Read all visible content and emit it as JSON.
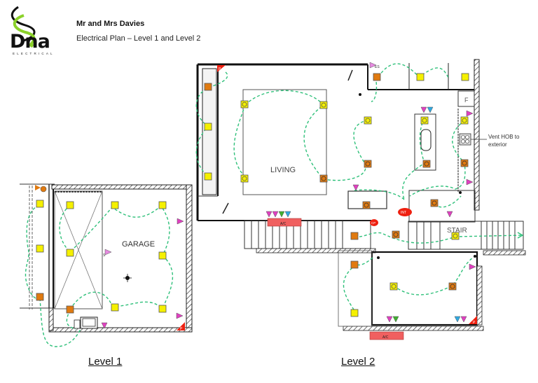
{
  "header": {
    "logo_text": "Dna",
    "logo_subtext": "ELECTRICAL",
    "client_name": "Mr and Mrs Davies",
    "plan_title": "Electrical Plan – Level 1 and Level 2"
  },
  "levels": [
    {
      "label": "Level 1",
      "rooms": [
        "GARAGE"
      ]
    },
    {
      "label": "Level 2",
      "rooms": [
        "LIVING",
        "STAIR"
      ]
    }
  ],
  "room_labels": {
    "garage": "GARAGE",
    "living": "LIVING",
    "stair": "STAIR",
    "fridge": "F"
  },
  "annotations": {
    "vent_hob_line1": "Vent HOB to",
    "vent_hob_line2": "exterior",
    "ac_living": "A/C",
    "ac_bedroom": "A/C",
    "int_badge": "INT",
    "cp_badge": "CP",
    "p_marker": "P",
    "s_marker": "S",
    "es_marker": "ES"
  },
  "legend_colors": {
    "light_yellow": "#f5f000",
    "light_orange": "#e07a10",
    "power_point_magenta": "#e040c0",
    "data_green": "#40b030",
    "tv_cyan": "#30a8e0",
    "circuit_dashed_green": "#2fc07a",
    "ac_unit_red": "#f06060",
    "panel_red": "#ee2010"
  }
}
